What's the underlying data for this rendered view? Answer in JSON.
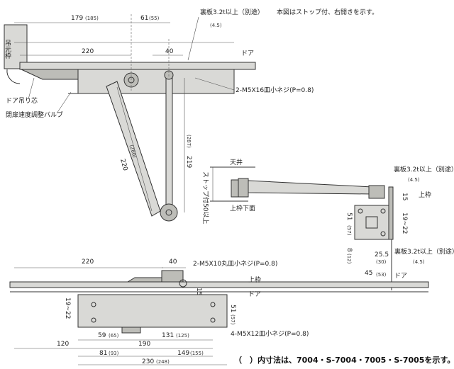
{
  "note_top": "本図はストップ付、右開きを示す。",
  "top_view": {
    "dim_179": "179",
    "dim_179_alt": "(185)",
    "dim_61": "61",
    "dim_61_alt": "(55)",
    "dim_220": "220",
    "dim_40": "40",
    "frame_label": "吊元枠",
    "door_label": "ドア",
    "backplate_label": "裏板3.2t以上（別途）",
    "backplate_sub": "(4.5)",
    "screw_label": "2-M5X16皿小ネジ(P=0.8)",
    "hinge_label": "ドア吊り芯",
    "valve_label": "閉扉速度調整バルブ",
    "dim_220_arm": "220",
    "dim_220_arm_alt": "(280)",
    "dim_219": "219",
    "dim_219_alt": "(287)"
  },
  "side_view": {
    "ceiling_label": "天井",
    "stop_label": "ストップ付50以上",
    "frame_bottom_label": "上枠下面",
    "backplate_label": "裏板3.2t以上（別途）",
    "backplate_sub": "(4.5)",
    "upper_frame_label": "上枠",
    "dim_15": "15",
    "dim_19_22": "19~22",
    "dim_51": "51",
    "dim_51_alt": "(57)",
    "dim_8": "8",
    "dim_8_alt": "(12)",
    "dim_25_5": "25.5",
    "dim_25_5_alt": "(30)",
    "dim_45": "45",
    "dim_45_alt": "(53)",
    "backplate2_label": "裏板3.2t以上（別途）",
    "backplate2_sub": "(4.5)",
    "door_label": "ドア"
  },
  "front_view": {
    "dim_220": "220",
    "dim_40": "40",
    "screw_label": "2-M5X10丸皿小ネジ(P=0.8)",
    "dim_15": "15",
    "upper_frame_label": "上枠",
    "door_label": "ドア",
    "dim_19_22": "19~22",
    "dim_51": "51",
    "dim_51_alt": "(57)",
    "dim_59": "59",
    "dim_59_alt": "(65)",
    "dim_131": "131",
    "dim_131_alt": "(125)",
    "screw2_label": "4-M5X12皿小ネジ(P=0.8)",
    "dim_190": "190",
    "dim_120": "120",
    "dim_81": "81",
    "dim_81_alt": "(93)",
    "dim_149": "149",
    "dim_149_alt": "(155)",
    "dim_230": "230",
    "dim_230_alt": "(248)"
  },
  "footnote": "（　）内寸法は、7004・S-7004・7005・S-7005を示す。"
}
